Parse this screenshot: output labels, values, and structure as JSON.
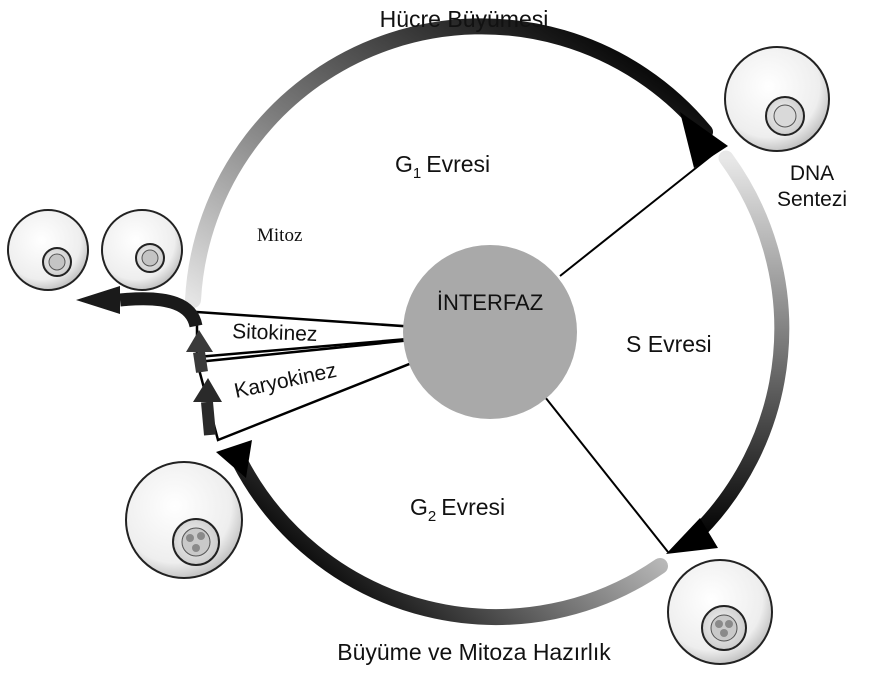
{
  "title_top": "Hücre Büyümesi",
  "title_bottom": "Büyüme ve Mitoza Hazırlık",
  "center": "İNTERFAZ",
  "phases": {
    "g1": {
      "letter": "G",
      "sub": "1",
      "word": "Evresi"
    },
    "s": "S Evresi",
    "g2": {
      "letter": "G",
      "sub": "2",
      "word": "Evresi"
    }
  },
  "dna_synthesis": [
    "DNA",
    "Sentezi"
  ],
  "mitosis": "Mitoz",
  "cytokinesis": "Sitokinez",
  "karyokinesis": "Karyokinez"
}
